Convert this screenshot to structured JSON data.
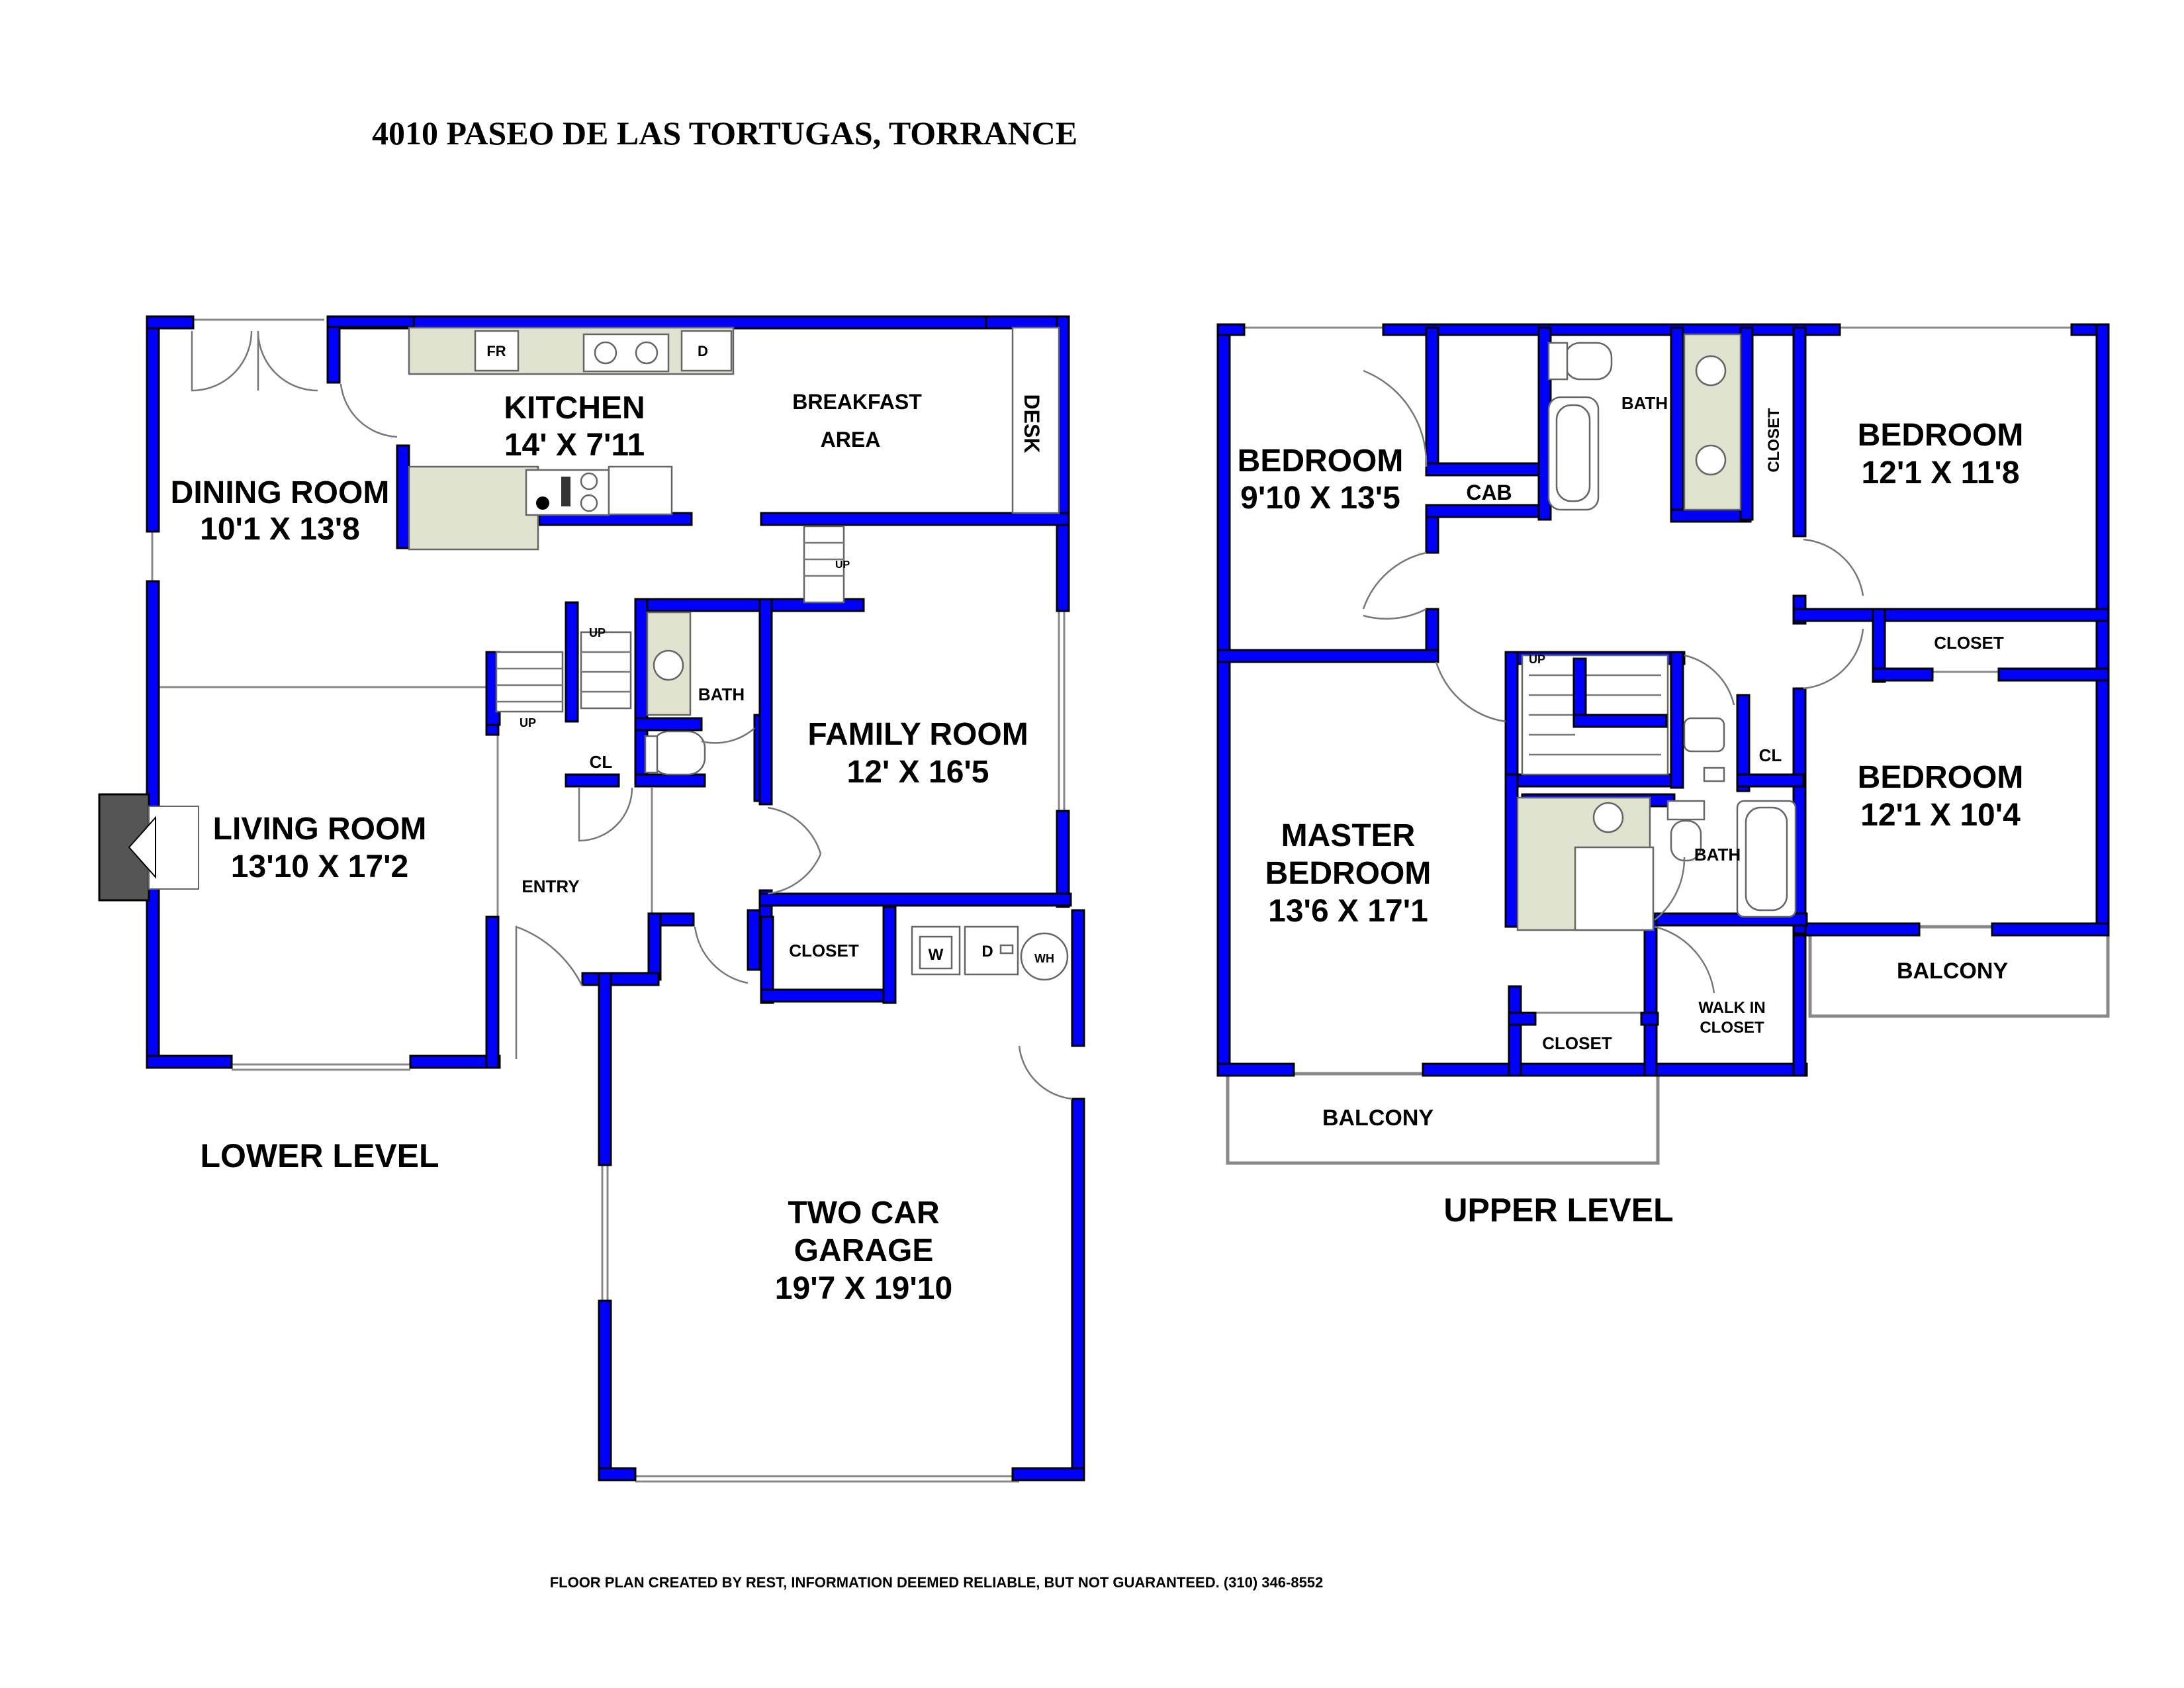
{
  "title": "4010 PASEO DE LAS TORTUGAS, TORRANCE",
  "lower_level": {
    "caption": "LOWER LEVEL",
    "rooms": {
      "dining_room": {
        "name": "DINING ROOM",
        "dims": "10'1 X 13'8"
      },
      "kitchen": {
        "name": "KITCHEN",
        "dims": "14' X 7'11"
      },
      "breakfast_area_1": "BREAKFAST",
      "breakfast_area_2": "AREA",
      "desk": "DESK",
      "living_room": {
        "name": "LIVING ROOM",
        "dims": "13'10 X 17'2"
      },
      "family_room": {
        "name": "FAMILY ROOM",
        "dims": "12' X 16'5"
      },
      "bath": "BATH",
      "cl": "CL",
      "entry": "ENTRY",
      "closet": "CLOSET",
      "garage_line1": "TWO CAR",
      "garage_line2": "GARAGE",
      "garage_dims": "19'7 X 19'10"
    },
    "fixtures": {
      "fridge": "FR",
      "dishwasher": "D",
      "washer": "W",
      "dryer": "D",
      "water_heater": "WH"
    },
    "stairs_up": [
      "UP",
      "UP",
      "UP"
    ]
  },
  "upper_level": {
    "caption": "UPPER LEVEL",
    "rooms": {
      "bedroom_1": {
        "name": "BEDROOM",
        "dims": "9'10 X 13'5"
      },
      "cab": "CAB",
      "bath_1": "BATH",
      "closet_vertical": "CLOSET",
      "bedroom_2": {
        "name": "BEDROOM",
        "dims": "12'1 X 11'8"
      },
      "closet_2": "CLOSET",
      "bedroom_3": {
        "name": "BEDROOM",
        "dims": "12'1 X 10'4"
      },
      "cl": "CL",
      "master_line1": "MASTER",
      "master_line2": "BEDROOM",
      "master_dims": "13'6 X 17'1",
      "bath_2": "BATH",
      "closet_3": "CLOSET",
      "walk_in_1": "WALK IN",
      "walk_in_2": "CLOSET",
      "balcony_1": "BALCONY",
      "balcony_2": "BALCONY"
    },
    "stairs_up": "UP"
  },
  "footer": "FLOOR PLAN CREATED BY REST, INFORMATION DEEMED RELIABLE, BUT NOT GUARANTEED. (310) 346-8552",
  "colors": {
    "wall": "#0000ff",
    "counter": "#dfe3cf",
    "fireplace": "#555555"
  }
}
